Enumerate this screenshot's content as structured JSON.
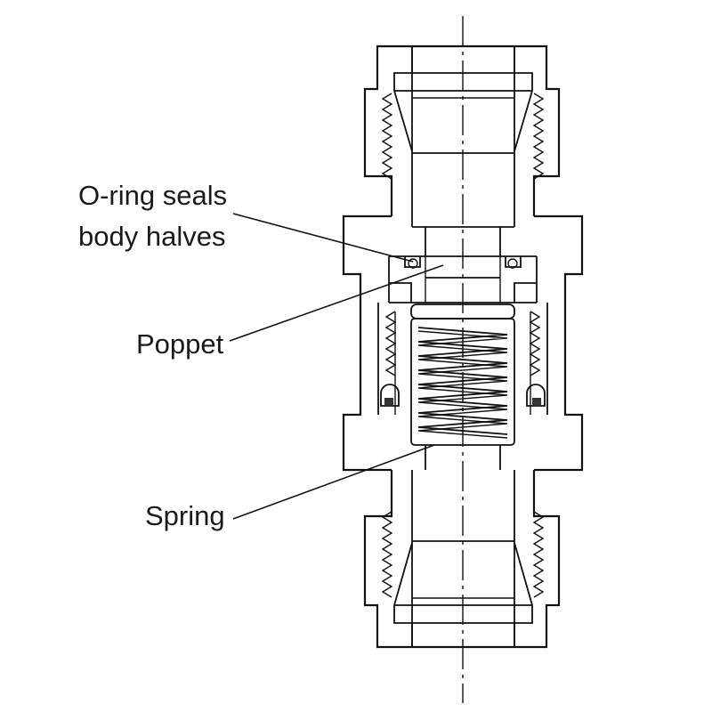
{
  "labels": {
    "oring_line1": "O-ring seals",
    "oring_line2": "body halves",
    "poppet": "Poppet",
    "spring": "Spring"
  },
  "colors": {
    "stroke": "#111111",
    "background": "#ffffff"
  }
}
